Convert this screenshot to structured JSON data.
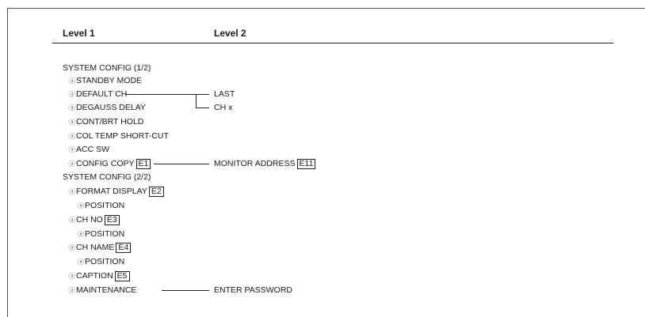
{
  "header": {
    "level1": "Level 1",
    "level2": "Level 2"
  },
  "icon": "ⓐ",
  "items": {
    "sys1": "SYSTEM CONFIG (1/2)",
    "standby": "STANDBY MODE",
    "default_ch": "DEFAULT CH",
    "degauss": "DEGAUSS DELAY",
    "cont_brt": "CONT/BRT HOLD",
    "col_temp": "COL TEMP SHORT-CUT",
    "acc_sw": "ACC SW",
    "config_copy": "CONFIG COPY",
    "config_copy_tag": "E1",
    "sys2": "SYSTEM CONFIG (2/2)",
    "format_display": "FORMAT DISPLAY",
    "format_display_tag": "E2",
    "position1": "POSITION",
    "ch_no": "CH NO",
    "ch_no_tag": "E3",
    "position2": "POSITION",
    "ch_name": "CH NAME",
    "ch_name_tag": "E4",
    "position3": "POSITION",
    "caption": "CAPTION",
    "caption_tag": "E5",
    "maintenance": "MAINTENANCE"
  },
  "level2": {
    "last": "LAST",
    "ch_x": "CH x",
    "monitor_address": "MONITOR ADDRESS",
    "monitor_address_tag": "E11",
    "enter_password": "ENTER PASSWORD"
  }
}
